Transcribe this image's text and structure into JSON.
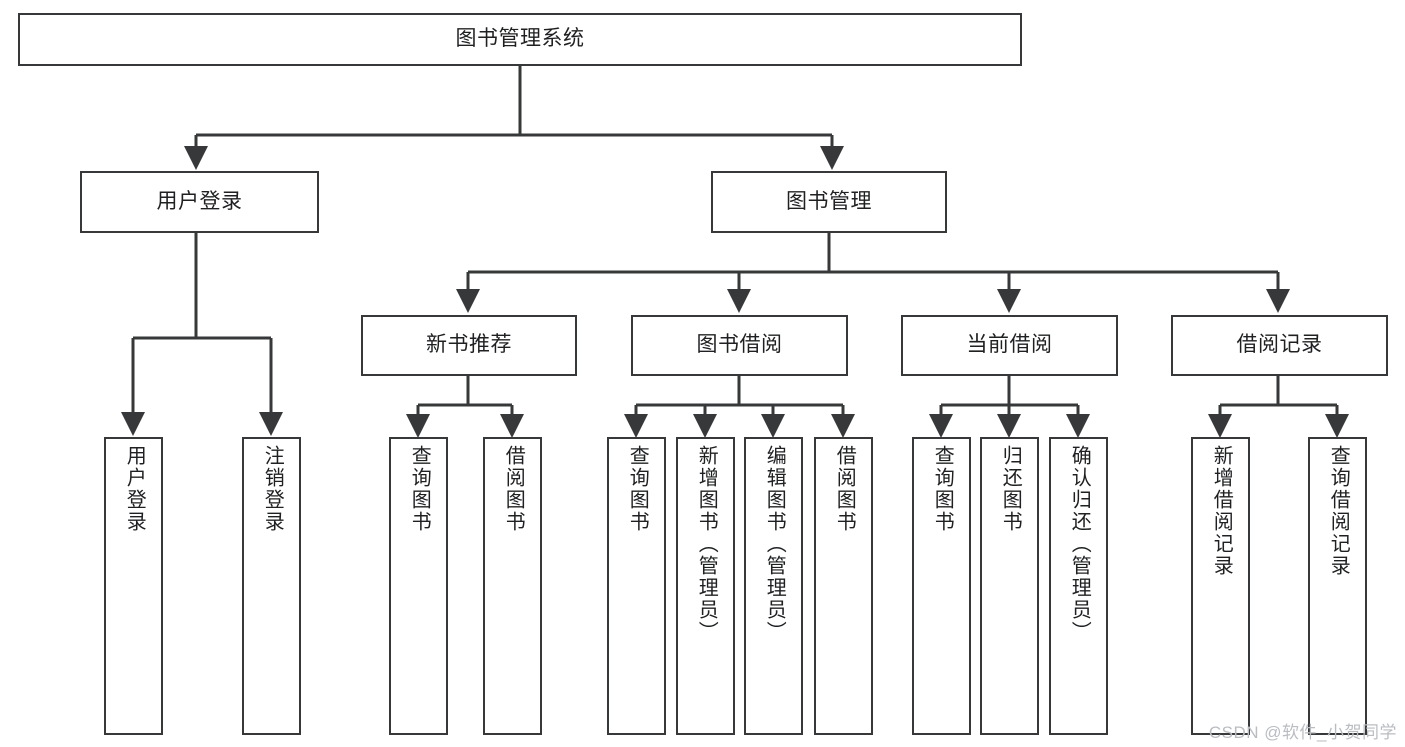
{
  "diagram": {
    "title": "图书管理系统",
    "watermark": "CSDN @软件_小贺同学",
    "line_color": "#36383a",
    "box_border_color": "#36383a",
    "box_fill_color": "#ffffff",
    "text_color": "#1f2022",
    "nodes": {
      "root": "图书管理系统",
      "level2": {
        "user_login": "用户登录",
        "book_manage": "图书管理"
      },
      "level3": {
        "new_book_rec": "新书推荐",
        "book_borrow": "图书借阅",
        "current_borrow": "当前借阅",
        "borrow_record": "借阅记录"
      },
      "leaves": {
        "user_login_1": "用户登录",
        "user_login_2": "注销登录",
        "new_book_rec_1": "查询图书",
        "new_book_rec_2": "借阅图书",
        "book_borrow_1": "查询图书",
        "book_borrow_2": "新增图书（管理员）",
        "book_borrow_3": "编辑图书（管理员）",
        "book_borrow_4": "借阅图书",
        "current_borrow_1": "查询图书",
        "current_borrow_2": "归还图书",
        "current_borrow_3": "确认归还（管理员）",
        "borrow_record_1": "新增借阅记录",
        "borrow_record_2": "查询借阅记录"
      }
    }
  }
}
